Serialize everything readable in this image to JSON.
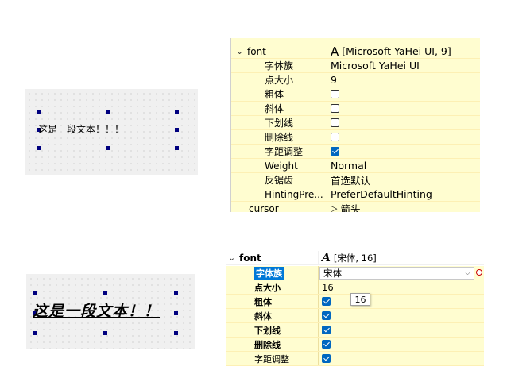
{
  "colors": {
    "row_bg": "#fffdd0",
    "checkbox_checked": "#0067c0",
    "selection": "#0078d7",
    "handle": "#00007f"
  },
  "top": {
    "canvas_label": "这是一段文本！！！",
    "panel": {
      "header_partial": "·",
      "group": {
        "name": "font",
        "value": "[Microsoft YaHei UI, 9]",
        "icon": "font-A-icon"
      },
      "rows": [
        {
          "name": "字体族",
          "value": "Microsoft YaHei UI",
          "type": "text"
        },
        {
          "name": "点大小",
          "value": "9",
          "type": "text"
        },
        {
          "name": "粗体",
          "type": "checkbox",
          "checked": false
        },
        {
          "name": "斜体",
          "type": "checkbox",
          "checked": false
        },
        {
          "name": "下划线",
          "type": "checkbox",
          "checked": false
        },
        {
          "name": "删除线",
          "type": "checkbox",
          "checked": false
        },
        {
          "name": "字距调整",
          "type": "checkbox",
          "checked": true
        },
        {
          "name": "Weight",
          "value": "Normal",
          "type": "text"
        },
        {
          "name": "反锯齿",
          "value": "首选默认",
          "type": "text"
        },
        {
          "name": "HintingPre...",
          "value": "PreferDefaultHinting",
          "type": "text"
        }
      ],
      "next_group": {
        "name": "cursor",
        "value": "箭头",
        "icon": "arrow-cursor-icon"
      }
    }
  },
  "bottom": {
    "canvas_label": "这是一段文本！！",
    "tooltip": "16",
    "panel": {
      "group": {
        "name": "font",
        "value": "[宋体, 16]",
        "icon": "font-A-italic-icon"
      },
      "rows": [
        {
          "name": "字体族",
          "value": "宋体",
          "type": "combo",
          "selected": true
        },
        {
          "name": "点大小",
          "value": "16",
          "type": "text"
        },
        {
          "name": "粗体",
          "type": "checkbox",
          "checked": true
        },
        {
          "name": "斜体",
          "type": "checkbox",
          "checked": true
        },
        {
          "name": "下划线",
          "type": "checkbox",
          "checked": true
        },
        {
          "name": "删除线",
          "type": "checkbox",
          "checked": true
        },
        {
          "name": "字距调整",
          "type": "checkbox",
          "checked": true
        }
      ]
    }
  }
}
